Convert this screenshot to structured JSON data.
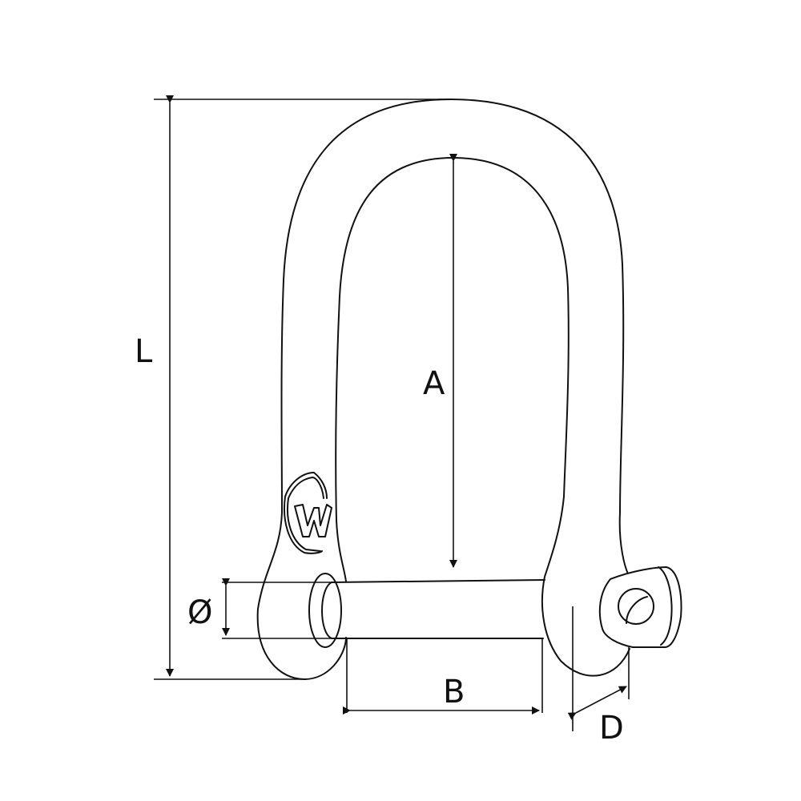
{
  "diagram": {
    "subject": "D-shackle dimension drawing",
    "background": "#ffffff",
    "line_color": "#111111",
    "dimensions": {
      "L": {
        "label": "L",
        "description": "overall length"
      },
      "A": {
        "label": "A",
        "description": "inside length"
      },
      "B": {
        "label": "B",
        "description": "inside width"
      },
      "D": {
        "label": "D",
        "description": "body diameter"
      },
      "pin": {
        "label": "Ø",
        "description": "pin diameter"
      }
    },
    "logo": {
      "name": "W logo",
      "text": "W"
    }
  }
}
